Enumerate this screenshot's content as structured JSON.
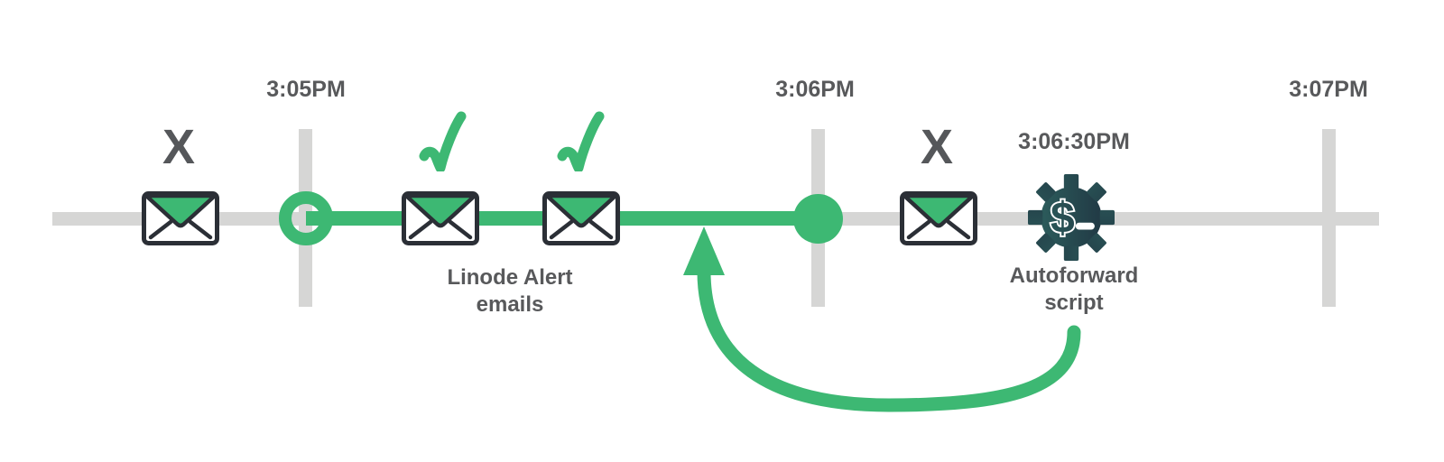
{
  "timeline": {
    "ticks": [
      {
        "label": "3:05PM"
      },
      {
        "label": "3:06PM"
      },
      {
        "label": "3:07PM"
      }
    ],
    "script_time": "3:06:30PM"
  },
  "markers": {
    "x_left": "X",
    "x_right": "X"
  },
  "captions": {
    "alert_line1": "Linode Alert",
    "alert_line2": "emails",
    "autoforward_line1": "Autoforward",
    "autoforward_line2": "script"
  },
  "colors": {
    "green": "#3DB873",
    "timeline_gray": "#D6D6D5",
    "text_gray": "#58595B",
    "x_gray": "#55575A",
    "envelope_outline": "#2B2F36",
    "gear_gradient_left": "#2E6360",
    "gear_gradient_right": "#1F3240"
  },
  "icons": {
    "email": "envelope-icon",
    "delivered": "checkmark-icon",
    "blocked": "x-mark",
    "script": "gear-dollar-prompt-icon",
    "loop": "curved-arrow-icon",
    "start_marker": "open-circle-marker",
    "end_marker": "filled-circle-marker"
  }
}
